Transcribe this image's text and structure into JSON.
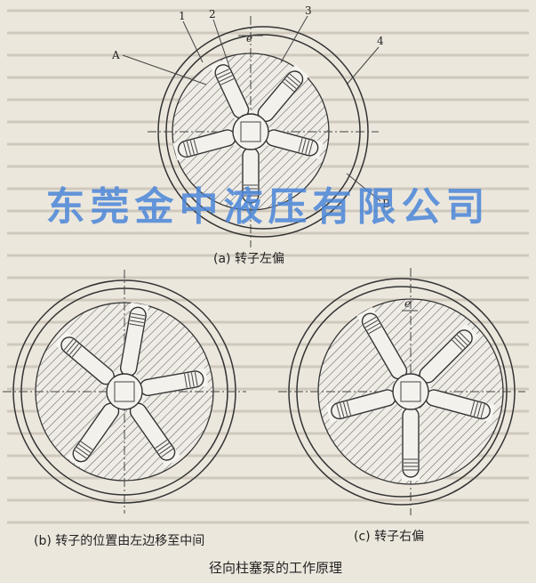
{
  "watermark": "东莞金中液压有限公司",
  "figure_a": {
    "caption": "(a) 转子左偏",
    "labels": {
      "n1": "1",
      "n2": "2",
      "n3": "3",
      "n4": "4",
      "A": "A",
      "B": "B",
      "e": "e"
    }
  },
  "figure_b": {
    "caption": "(b) 转子的位置由左边移至中间"
  },
  "figure_c": {
    "caption": "(c) 转子右偏",
    "labels": {
      "e": "e"
    }
  },
  "title": "径向柱塞泵的工作原理",
  "colors": {
    "background": "#ece7dd",
    "ink": "#333333",
    "watermark": "#4a86d9"
  }
}
